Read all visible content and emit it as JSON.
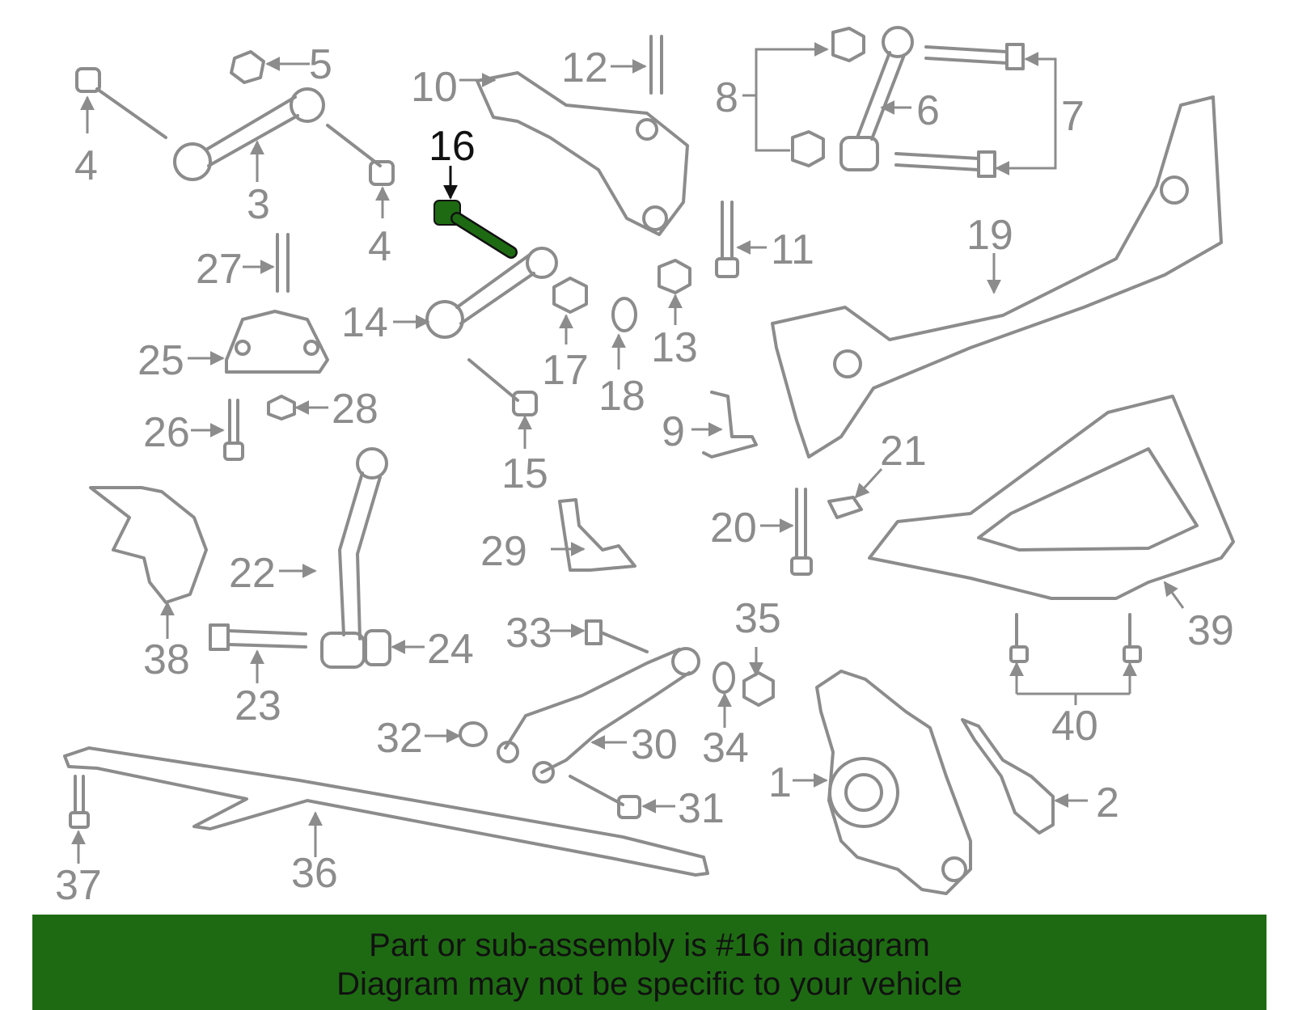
{
  "diagram": {
    "highlighted_callout": "16",
    "callouts": [
      "1",
      "2",
      "3",
      "4",
      "4",
      "5",
      "6",
      "7",
      "8",
      "9",
      "10",
      "11",
      "12",
      "13",
      "14",
      "15",
      "17",
      "18",
      "19",
      "20",
      "21",
      "22",
      "23",
      "24",
      "25",
      "26",
      "27",
      "28",
      "29",
      "30",
      "31",
      "32",
      "33",
      "34",
      "35",
      "36",
      "37",
      "38",
      "39",
      "40"
    ],
    "colors": {
      "parts": "#8c8c8c",
      "highlight_part": "#1e6a13",
      "highlight_label": "#111111"
    }
  },
  "banner": {
    "line1": "Part or sub-assembly is #16 in diagram",
    "line2": "Diagram may not be specific to your vehicle",
    "background": "#1e6a13"
  }
}
